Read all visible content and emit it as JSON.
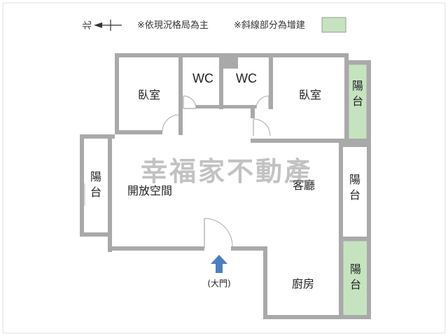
{
  "legend": {
    "north_label": "北",
    "note_layout": "※依現況格局為主",
    "note_extension": "※斜線部分為增建",
    "extension_color": "#c6e3c0"
  },
  "watermark": "幸福家不動產",
  "rooms": {
    "bedroom_left": "臥室",
    "wc_left": "WC",
    "wc_right": "WC",
    "bedroom_right": "臥室",
    "balcony_top_right": "陽台",
    "balcony_left": "陽台",
    "open_space": "開放空間",
    "living_room": "客廳",
    "balcony_mid_right": "陽台",
    "kitchen": "廚房",
    "balcony_bottom_right": "陽台"
  },
  "entrance": {
    "label": "(大門)",
    "arrow_icon": "up-arrow-icon",
    "arrow_color": "#4a7fc1"
  },
  "colors": {
    "wall": "#a9a9a9",
    "extension": "#c6e3c0"
  }
}
